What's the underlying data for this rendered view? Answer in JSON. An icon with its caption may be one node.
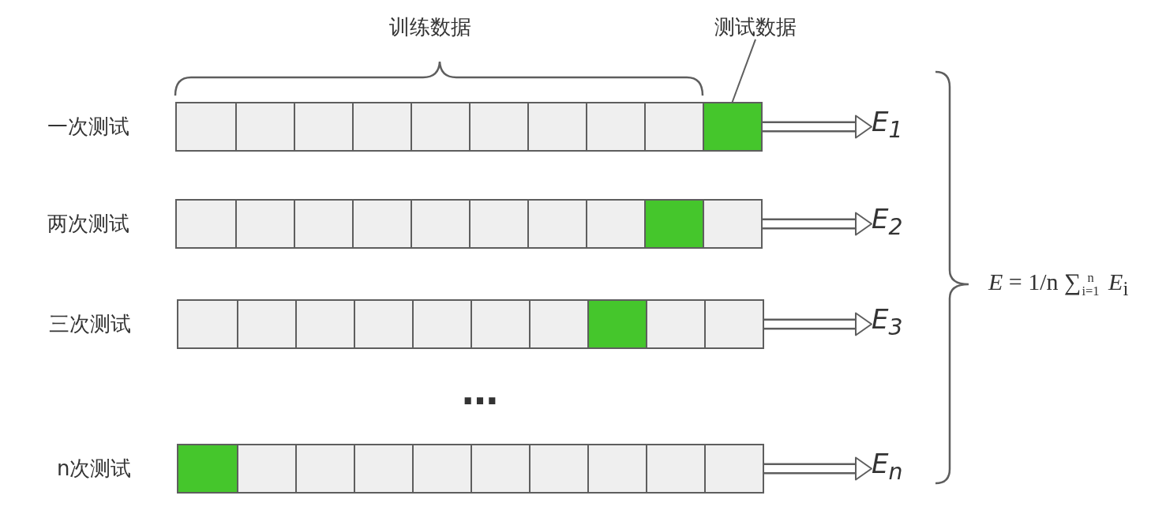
{
  "diagram": {
    "nodes": [
      {
        "text": [
          "测试数据"
        ]
      },
      {
        "text": [],
        "shape": "bar",
        "beside": [
          "一次测试"
        ]
      },
      {
        "text": [],
        "shape": "box",
        "in": 1
      },
      {
        "text": [],
        "shape": "box",
        "in": 1
      },
      {
        "text": [],
        "shape": "box",
        "in": 1
      },
      {
        "text": [],
        "shape": "box",
        "in": 1
      },
      {
        "text": [],
        "shape": "box",
        "in": 1
      },
      {
        "text": [],
        "shape": "box",
        "in": 1
      },
      {
        "text": [],
        "shape": "box",
        "in": 1
      },
      {
        "text": [],
        "shape": "box",
        "in": 1
      },
      {
        "text": [],
        "shape": "box",
        "in": 1
      },
      {
        "text": [],
        "shape": "box",
        "in": 1
      },
      {
        "text": [
          "*E*$_{1}$"
        ]
      },
      {
        "text": [],
        "shape": "bar",
        "beside": [
          "两次测试"
        ]
      },
      {
        "text": [],
        "shape": "box",
        "in": 13
      },
      {
        "text": [],
        "shape": "box",
        "in": 13
      },
      {
        "text": [],
        "shape": "box",
        "in": 13
      },
      {
        "text": [],
        "shape": "box",
        "in": 13
      },
      {
        "text": [],
        "shape": "box",
        "in": 13
      },
      {
        "text": [],
        "shape": "box",
        "in": 13
      },
      {
        "text": [],
        "shape": "box",
        "in": 13
      },
      {
        "text": [],
        "shape": "box",
        "in": 13
      },
      {
        "text": [],
        "shape": "box",
        "in": 13
      },
      {
        "text": [],
        "shape": "box",
        "in": 13
      },
      {
        "text": [
          "*E*$_{2}$"
        ]
      },
      {
        "text": [],
        "shape": "bar",
        "beside": [
          "三次测试"
        ]
      },
      {
        "text": [],
        "shape": "box",
        "in": 25
      },
      {
        "text": [],
        "shape": "box",
        "in": 25
      },
      {
        "text": [],
        "shape": "box",
        "in": 25
      },
      {
        "text": [],
        "shape": "box",
        "in": 25
      },
      {
        "text": [],
        "shape": "box",
        "in": 25
      },
      {
        "text": [],
        "shape": "box",
        "in": 25
      },
      {
        "text": [],
        "shape": "box",
        "in": 25
      },
      {
        "text": [],
        "shape": "box",
        "in": 25
      },
      {
        "text": [],
        "shape": "box",
        "in": 25
      },
      {
        "text": [],
        "shape": "box",
        "in": 25
      },
      {
        "text": [
          "*E*$_{3}$"
        ]
      },
      {
        "text": [],
        "shape": "bar",
        "beside": [
          "n次测试"
        ]
      },
      {
        "text": [],
        "shape": "box",
        "in": 37
      },
      {
        "text": [],
        "shape": "box",
        "in": 37
      },
      {
        "text": [],
        "shape": "box",
        "in": 37
      },
      {
        "text": [],
        "shape": "box",
        "in": 37
      },
      {
        "text": [],
        "shape": "box",
        "in": 37
      },
      {
        "text": [],
        "shape": "box",
        "in": 37
      },
      {
        "text": [],
        "shape": "box",
        "in": 37
      },
      {
        "text": [],
        "shape": "box",
        "in": 37
      },
      {
        "text": [],
        "shape": "box",
        "in": 37
      },
      {
        "text": [],
        "shape": "box",
        "in": 37
      },
      {
        "text": [
          "*E*$_{n}$"
        ]
      }
    ],
    "edges": [
      {
        "from": 0,
        "to": 11,
        "arrow": "none"
      },
      {
        "from": 1,
        "to": 12,
        "arrow": "to"
      },
      {
        "from": 13,
        "to": 24,
        "arrow": "to"
      },
      {
        "from": 25,
        "to": 36,
        "arrow": "to"
      },
      {
        "from": 37,
        "to": 48,
        "arrow": "to"
      }
    ],
    "labels": [
      "训练数据",
      "…",
      "*E* = 1/n ∑$_{i=1}$$^{n}$ *E*$_{i}$"
    ]
  }
}
